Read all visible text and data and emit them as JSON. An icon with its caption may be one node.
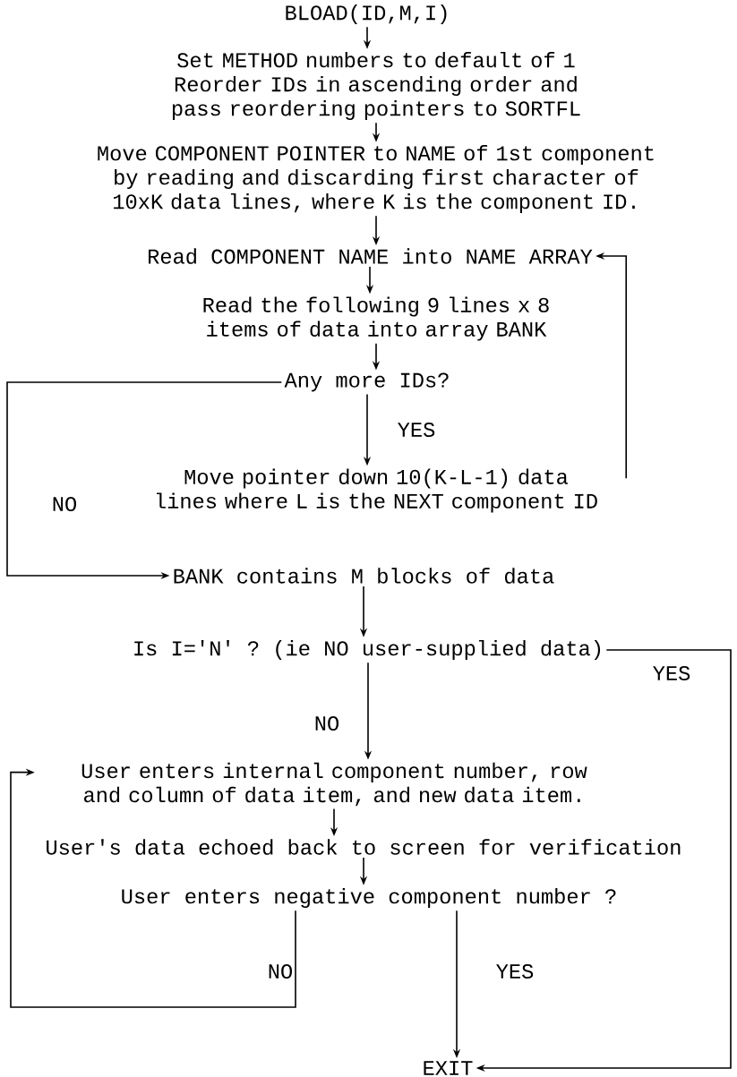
{
  "diagram": {
    "nodes": [
      {
        "text": [
          "BLOAD(ID,M,I)"
        ]
      },
      {
        "text": [
          "Set METHOD numbers to default of 1",
          "Reorder IDs in ascending order and pass reordering pointers to SORTFL"
        ]
      },
      {
        "text": [
          "Move COMPONENT POINTER to NAME of 1st component by reading and discarding first character of 10xK data lines, where K is the component ID."
        ]
      },
      {
        "text": [
          "Read COMPONENT NAME into NAME ARRAY"
        ]
      },
      {
        "text": [
          "Read the following 9 lines x 8 items of data into array BANK"
        ]
      },
      {
        "text": [
          "Any more IDs?"
        ]
      },
      {
        "text": [
          "Move pointer down 10(K-L-1) data lines where L is the NEXT component ID"
        ]
      },
      {
        "text": [
          "BANK contains M blocks of data"
        ]
      },
      {
        "text": [
          "Is I='N' ? (ie NO user-supplied data)"
        ]
      },
      {
        "text": [
          "User enters internal component number, row and column of data item, and new data item."
        ]
      },
      {
        "text": [
          "User's data echoed back to screen for verification"
        ]
      },
      {
        "text": [
          "User enters negative component number ?"
        ]
      },
      {
        "text": [
          "EXIT"
        ]
      }
    ],
    "edges": [
      {
        "from": 0,
        "to": 1,
        "arrow": "to"
      },
      {
        "from": 1,
        "to": 2,
        "arrow": "to"
      },
      {
        "from": 2,
        "to": 3,
        "arrow": "to"
      },
      {
        "from": 3,
        "to": 4,
        "arrow": "to"
      },
      {
        "from": 4,
        "to": 5,
        "arrow": "to"
      },
      {
        "from": 5,
        "to": 6,
        "arrow": "to",
        "label": "YES"
      },
      {
        "from": 6,
        "to": 3,
        "arrow": "to"
      },
      {
        "from": 5,
        "to": 7,
        "arrow": "to",
        "label": "NO"
      },
      {
        "from": 7,
        "to": 8,
        "arrow": "to"
      },
      {
        "from": 8,
        "to": 9,
        "arrow": "to",
        "label": "NO"
      },
      {
        "from": 8,
        "to": 12,
        "arrow": "to",
        "label": "YES"
      },
      {
        "from": 9,
        "to": 10,
        "arrow": "to"
      },
      {
        "from": 10,
        "to": 11,
        "arrow": "to"
      },
      {
        "from": 11,
        "to": 9,
        "arrow": "to",
        "label": "NO"
      },
      {
        "from": 11,
        "to": 12,
        "arrow": "to",
        "label": "YES"
      }
    ]
  }
}
